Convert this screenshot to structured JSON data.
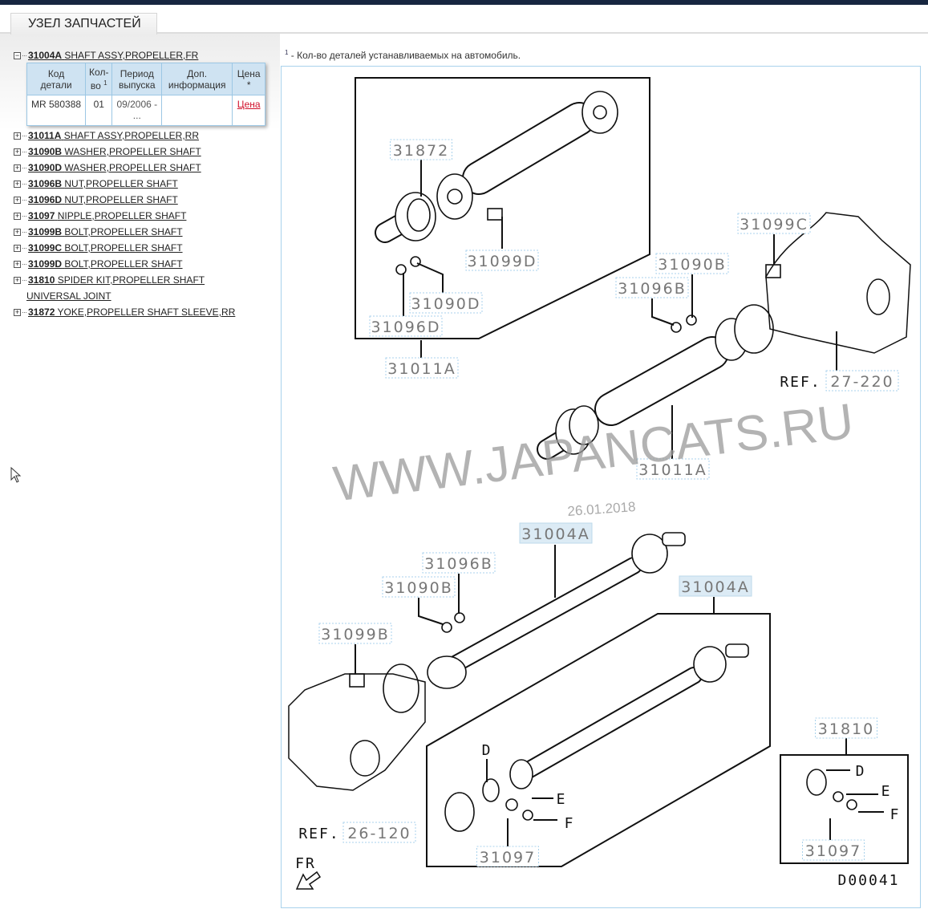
{
  "tab": {
    "title": "УЗЕЛ ЗАПЧАСТЕЙ"
  },
  "tree": [
    {
      "code": "31004A",
      "name": "SHAFT ASSY,PROPELLER,FR",
      "expanded": true
    },
    {
      "code": "31011A",
      "name": "SHAFT ASSY,PROPELLER,RR"
    },
    {
      "code": "31090B",
      "name": "WASHER,PROPELLER SHAFT"
    },
    {
      "code": "31090D",
      "name": "WASHER,PROPELLER SHAFT"
    },
    {
      "code": "31096B",
      "name": "NUT,PROPELLER SHAFT"
    },
    {
      "code": "31096D",
      "name": "NUT,PROPELLER SHAFT"
    },
    {
      "code": "31097",
      "name": "NIPPLE,PROPELLER SHAFT"
    },
    {
      "code": "31099B",
      "name": "BOLT,PROPELLER SHAFT"
    },
    {
      "code": "31099C",
      "name": "BOLT,PROPELLER SHAFT"
    },
    {
      "code": "31099D",
      "name": "BOLT,PROPELLER SHAFT"
    },
    {
      "code": "31810",
      "name": "SPIDER KIT,PROPELLER SHAFT",
      "cont": "UNIVERSAL JOINT"
    },
    {
      "code": "31872",
      "name": "YOKE,PROPELLER SHAFT SLEEVE,RR"
    }
  ],
  "toggle": {
    "minus": "−",
    "plus": "+"
  },
  "table": {
    "headers": {
      "code": [
        "Код",
        "детали"
      ],
      "qty": [
        "Кол-",
        "во"
      ],
      "qty_sup": "1",
      "period": [
        "Период",
        "выпуска"
      ],
      "info": [
        "Доп.",
        "информация"
      ],
      "price": [
        "Цена",
        "*"
      ]
    },
    "rows": [
      {
        "code": "MR 580388",
        "qty": "01",
        "period": [
          "09/2006 -",
          "..."
        ],
        "info": "",
        "price": "Цена"
      }
    ]
  },
  "note": {
    "sup": "1",
    "text": " - Кол-во деталей устанавливаемых на автомобиль."
  },
  "diagram": {
    "labels": {
      "l31872": "31872",
      "l31099D": "31099D",
      "l31090D": "31090D",
      "l31096D": "31096D",
      "l31011A_1": "31011A",
      "l31099C": "31099C",
      "l31090B_1": "31090B",
      "l31096B_1": "31096B",
      "ref1_prefix": "REF.",
      "ref1": "27-220",
      "l31011A_2": "31011A",
      "l31004A_1": "31004A",
      "l31096B_2": "31096B",
      "l31090B_2": "31090B",
      "l31099B": "31099B",
      "l31004A_2": "31004A",
      "ref2_prefix": "REF.",
      "ref2": "26-120",
      "l31097_1": "31097",
      "d1": "D",
      "e1": "E",
      "f1": "F",
      "l31810": "31810",
      "d2": "D",
      "e2": "E",
      "f2": "F",
      "l31097_2": "31097",
      "code": "D00041",
      "fr": "FR"
    },
    "watermark": "WWW.JAPANCATS.RU",
    "date": "26.01.2018",
    "highlight_color": "#dcebf5"
  }
}
